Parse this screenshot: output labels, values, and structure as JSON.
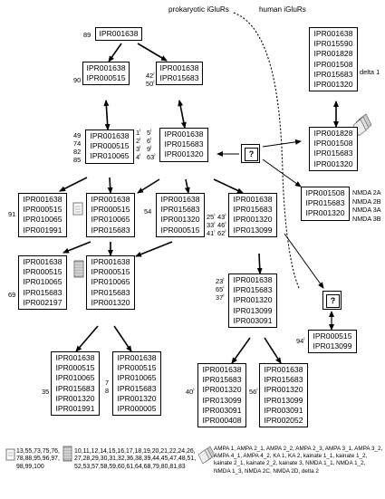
{
  "headers": {
    "prokaryotic": "prokaryotic iGluRs",
    "human": "human iGluRs"
  },
  "boxes": {
    "n0": [
      "IPR001638"
    ],
    "n1a": [
      "IPR001638",
      "IPR000515"
    ],
    "n1b": [
      "IPR001638",
      "IPR015683"
    ],
    "n2a": [
      "IPR001638",
      "IPR000515",
      "IPR010065"
    ],
    "n2b": [
      "IPR001638",
      "IPR015683",
      "IPR001320"
    ],
    "n3a": [
      "IPR001638",
      "IPR000515",
      "IPR010065",
      "IPR001991"
    ],
    "n3b": [
      "IPR001638",
      "IPR000515",
      "IPR010065",
      "IPR015683"
    ],
    "n3c": [
      "IPR001638",
      "IPR015683",
      "IPR001320",
      "IPR000515"
    ],
    "n3d": [
      "IPR001638",
      "IPR015683",
      "IPR001320",
      "IPR013099"
    ],
    "n4a": [
      "IPR001638",
      "IPR000515",
      "IPR010065",
      "IPR015683",
      "IPR002197"
    ],
    "n4b": [
      "IPR001638",
      "IPR000515",
      "IPR010065",
      "IPR015683",
      "IPR001320"
    ],
    "n4c": [
      "IPR001638",
      "IPR015683",
      "IPR001320",
      "IPR013099",
      "IPR003091"
    ],
    "n5a": [
      "IPR001638",
      "IPR000515",
      "IPR010065",
      "IPR015683",
      "IPR001320",
      "IPR001991"
    ],
    "n5b": [
      "IPR001638",
      "IPR000515",
      "IPR010065",
      "IPR015683",
      "IPR001320",
      "IPR000005"
    ],
    "n5c": [
      "IPR001638",
      "IPR015683",
      "IPR001320",
      "IPR013099",
      "IPR003091",
      "IPR000408"
    ],
    "n5d": [
      "IPR001638",
      "IPR015683",
      "IPR001320",
      "IPR013099",
      "IPR003091",
      "IPR002052"
    ],
    "h1": [
      "IPR001638",
      "IPR015590",
      "IPR001828",
      "IPR001508",
      "IPR015683",
      "IPR001320"
    ],
    "h2": [
      "IPR001828",
      "IPR001508",
      "IPR015683",
      "IPR001320"
    ],
    "h3": [
      "IPR001508",
      "IPR015683",
      "IPR001320"
    ],
    "h4": [
      "IPR000515",
      "IPR013099"
    ]
  },
  "labels": {
    "n0": "89",
    "n1a": "90",
    "n1b": [
      "42",
      "50"
    ],
    "n1b_sup": "I",
    "n2a": [
      "49",
      "74",
      "82",
      "85"
    ],
    "n2b_col1": [
      "1",
      "2",
      "3",
      "4"
    ],
    "n2b_col2": [
      "5",
      "6",
      "9",
      "63"
    ],
    "n2b_sup": "I",
    "n3a": "91",
    "n3c": "54",
    "n3d_col1": [
      "25",
      "33",
      "41"
    ],
    "n3d_col2": [
      "43",
      "46",
      "62"
    ],
    "n3d_sup": "I",
    "n4a": "69",
    "n4c": [
      "23",
      "65",
      "37"
    ],
    "n4c_sup": "I",
    "n5a": "35",
    "n5b": [
      "7",
      "8"
    ],
    "n5c": "40",
    "n5d": "56",
    "n5_sup": "I",
    "h4": "94",
    "h4_sup": "I",
    "delta": "delta 1",
    "nmda": [
      "NMDA 2A",
      "NMDA 2B",
      "NMDA 3A",
      "NMDA 3B"
    ]
  },
  "legend": {
    "col1": [
      "13,55,73,75,76,",
      "78,88,95,96,97,",
      "98,99,100"
    ],
    "col2": [
      "10,11,12,14,15,16,17,18,19,20,21,22,24,26,",
      "27,28,29,30,31,32,36,38,39,44,45,47,48,51,",
      "52,53,57,58,59,60,61,64,68,79,80,81,83"
    ],
    "col3": [
      "AMPA 1, AMPA 2_1, AMPA 2_2, AMPA 2_3, AMPA 3_1, AMPA 3_2,",
      "AMPA 4_1, AMPA 4_2, KA 1, KA 2, kainate 1_1, kainate 1_2,",
      "kainate 2_1, kainate 2_2, kainate 3, NMDA 1_1, NMDA 1_2,",
      "NMDA 1_3, NMDA 2C, NMDA 2D, delta 2"
    ]
  }
}
